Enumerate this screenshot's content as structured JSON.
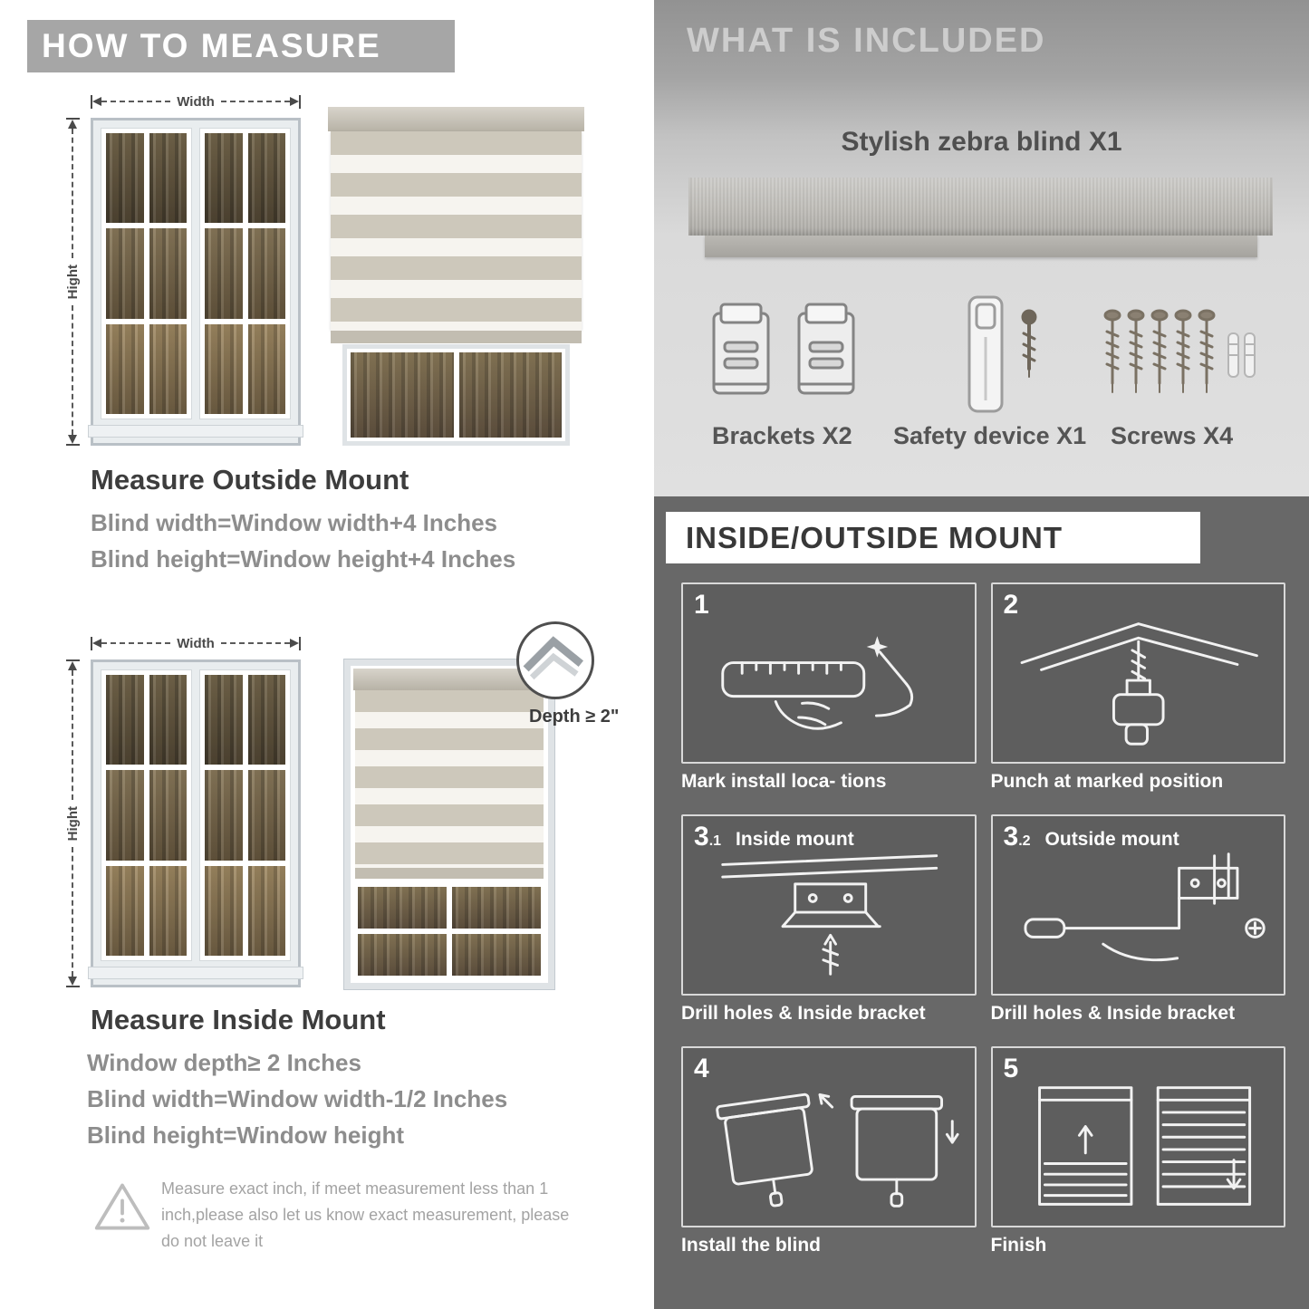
{
  "colors": {
    "banner_gray": "#a6a6a6",
    "light_panel": "#dedede",
    "dark_panel": "#686868",
    "text_dark": "#3d3d3d",
    "text_gray": "#8d8d8d",
    "blind_stripe": "#cdc8bb",
    "blind_sheer": "#f6f4ef"
  },
  "left": {
    "header": "HOW TO MEASURE",
    "outside": {
      "width_label": "Width",
      "height_label": "Hight",
      "title": "Measure Outside Mount",
      "lines": [
        "Blind width=Window width+4 Inches",
        "Blind height=Window height+4 Inches"
      ]
    },
    "inside": {
      "width_label": "Width",
      "height_label": "Hight",
      "depth_label": "Depth ≥ 2\"",
      "title": "Measure Inside Mount",
      "lines": [
        "Window depth≥ 2 Inches",
        "Blind width=Window width-1/2 Inches",
        "Blind height=Window height"
      ]
    },
    "warning": "Measure exact inch, if meet measurement less than 1 inch,please also let us know exact measurement, please do not leave it"
  },
  "right": {
    "included": {
      "header": "WHAT IS INCLUDED",
      "product": "Stylish zebra blind X1",
      "items": [
        {
          "label": "Brackets X2"
        },
        {
          "label": "Safety device X1"
        },
        {
          "label": "Screws X4"
        }
      ]
    },
    "mount": {
      "header": "INSIDE/OUTSIDE MOUNT",
      "steps": [
        {
          "num": "1",
          "sub": "",
          "title": "",
          "caption": "Mark install loca- tions"
        },
        {
          "num": "2",
          "sub": "",
          "title": "",
          "caption": "Punch at  marked position"
        },
        {
          "num": "3",
          "sub": ".1",
          "title": "Inside mount",
          "caption": "Drill holes &  Inside bracket"
        },
        {
          "num": "3",
          "sub": ".2",
          "title": "Outside mount",
          "caption": "Drill holes &  Inside bracket"
        },
        {
          "num": "4",
          "sub": "",
          "title": "",
          "caption": "Install the blind"
        },
        {
          "num": "5",
          "sub": "",
          "title": "",
          "caption": "Finish"
        }
      ]
    }
  }
}
